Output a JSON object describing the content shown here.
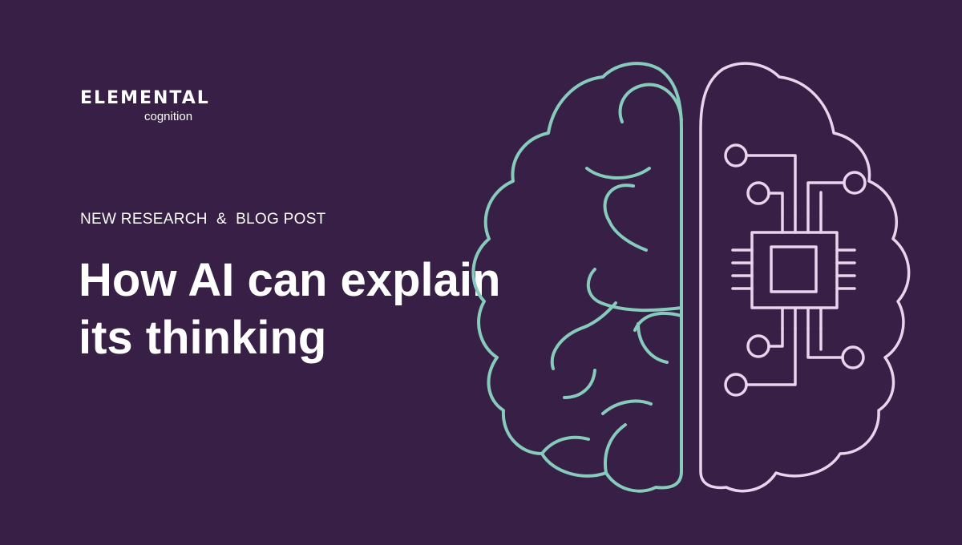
{
  "logo": {
    "wordmark": "ELEMENTAL",
    "subtitle": "cognition"
  },
  "kicker": "NEW RESEARCH  &  BLOG POST",
  "headline": {
    "line1": "How AI can explain",
    "line2": "its thinking"
  },
  "colors": {
    "background": "#371f45",
    "text": "#ffffff",
    "brain_left": "#86cbbc",
    "brain_right": "#e8d4ec"
  },
  "illustration": {
    "left_half_icon": "organic-brain-icon",
    "right_half_icon": "circuit-brain-icon",
    "center_icon": "microchip-icon"
  }
}
